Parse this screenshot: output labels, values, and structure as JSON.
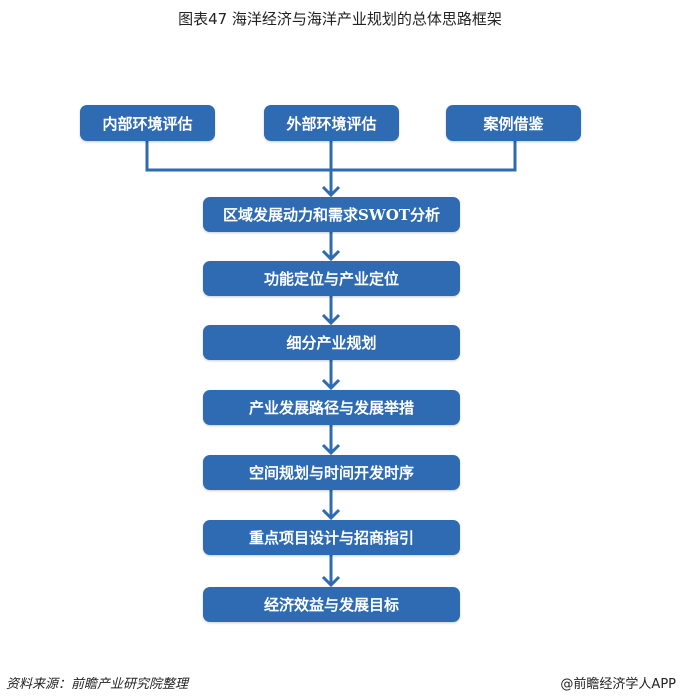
{
  "title": "图表47 海洋经济与海洋产业规划的总体思路框架",
  "inputs": [
    "内部环境评估",
    "外部环境评估",
    "案例借鉴"
  ],
  "steps": [
    "区域发展动力和需求SWOT分析",
    "功能定位与产业定位",
    "细分产业规划",
    "产业发展路径与发展举措",
    "空间规划与时间开发时序",
    "重点项目设计与招商指引",
    "经济效益与发展目标"
  ],
  "source": "资料来源：前瞻产业研究院整理",
  "credit": "@前瞻经济学人APP",
  "colors": {
    "box": "#2e6bb3",
    "line": "#2e6bb3"
  }
}
